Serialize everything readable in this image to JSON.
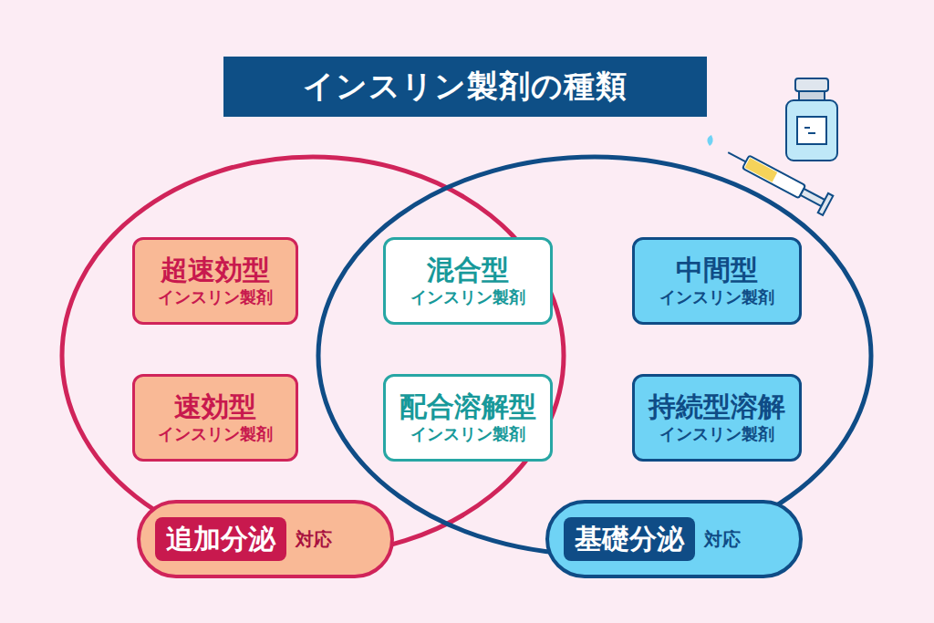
{
  "diagram": {
    "title": "インスリン製剤の種類",
    "nodes": [
      {
        "text": [
          "超速効型",
          "インスリン製剤"
        ]
      },
      {
        "text": [
          "混合型",
          "インスリン製剤"
        ]
      },
      {
        "text": [
          "中間型",
          "インスリン製剤"
        ]
      },
      {
        "text": [
          "速効型",
          "インスリン製剤"
        ]
      },
      {
        "text": [
          "配合溶解型",
          "インスリン製剤"
        ]
      },
      {
        "text": [
          "持続型溶解",
          "インスリン製剤"
        ]
      },
      {
        "text": [
          "追加分泌",
          "対応"
        ]
      },
      {
        "text": [
          "基礎分泌",
          "対応"
        ]
      }
    ]
  }
}
